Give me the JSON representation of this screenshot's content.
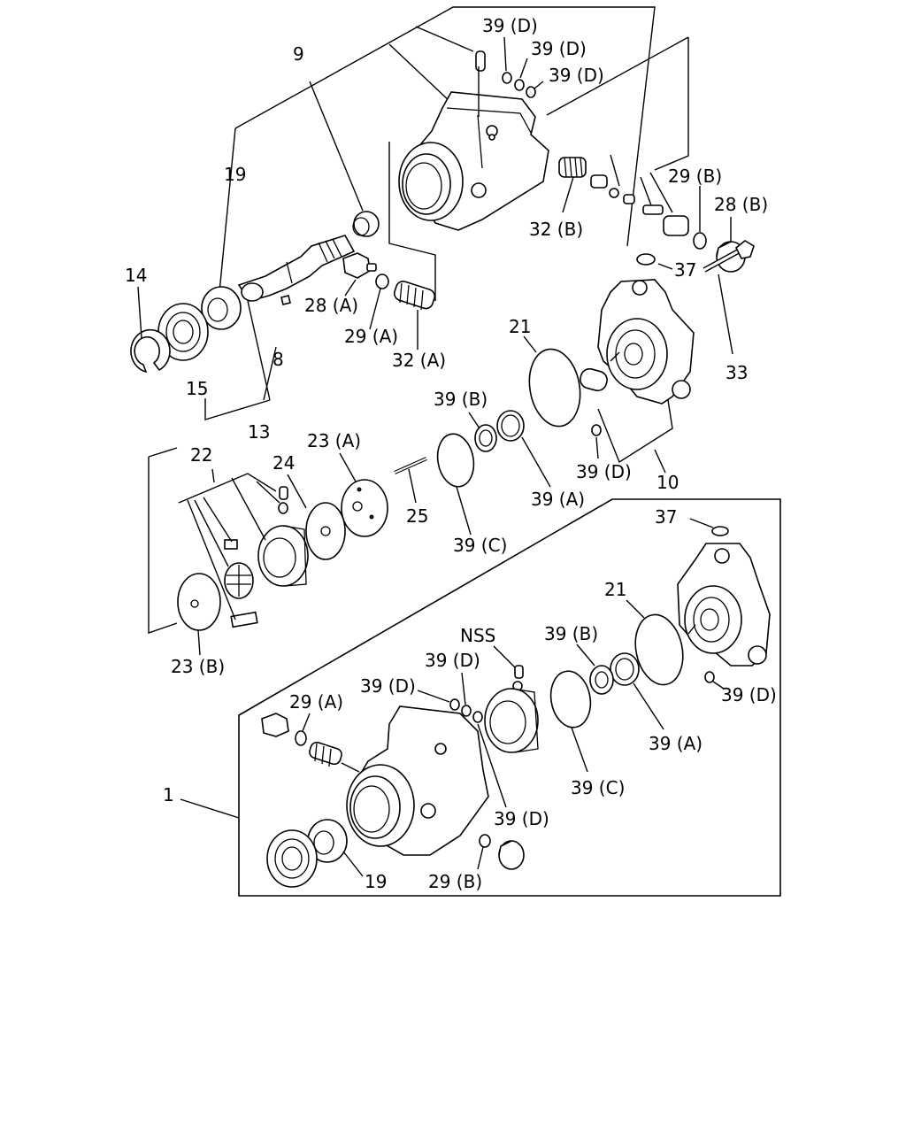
{
  "labels": {
    "l9": "9",
    "l19a": "19",
    "l14": "14",
    "l15": "15",
    "l8": "8",
    "l13": "13",
    "l28a": "28 (A)",
    "l29a": "29 (A)",
    "l32a": "32 (A)",
    "l39d_1": "39 (D)",
    "l39d_2": "39 (D)",
    "l39d_3": "39 (D)",
    "l37a": "37",
    "l29b": "29 (B)",
    "l28b": "28 (B)",
    "l32b": "32 (B)",
    "l33": "33",
    "l21a": "21",
    "l39b_1": "39 (B)",
    "l39d_4": "39 (D)",
    "l10": "10",
    "l39a_1": "39 (A)",
    "l39c_1": "39 (C)",
    "l25": "25",
    "l22": "22",
    "l24": "24",
    "l23a": "23 (A)",
    "l23b": "23 (B)",
    "l37b": "37",
    "l21b": "21",
    "lnss": "NSS",
    "l39b_2": "39 (B)",
    "l39d_5": "39 (D)",
    "l39d_6": "39 (D)",
    "l39d_7": "39 (D)",
    "l29a_2": "29 (A)",
    "l1": "1",
    "l39a_2": "39 (A)",
    "l39c_2": "39 (C)",
    "l39d_8": "39 (D)",
    "l19b": "19",
    "l29b_2": "29 (B)"
  }
}
